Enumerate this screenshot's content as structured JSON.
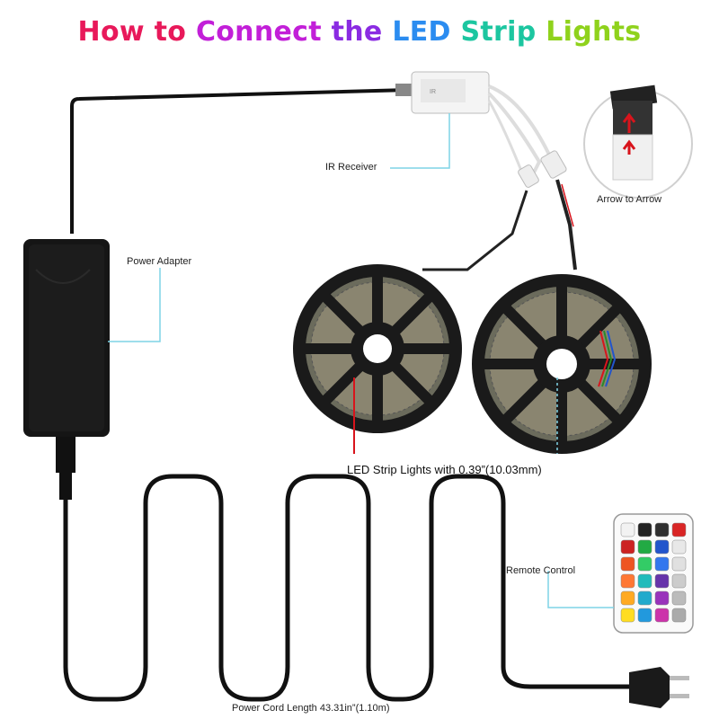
{
  "title": {
    "words": [
      {
        "text": "How",
        "color": "#e8195a"
      },
      {
        "text": "to",
        "color": "#e8195a"
      },
      {
        "text": "Connect",
        "color": "#c21fd8"
      },
      {
        "text": "the",
        "color": "#8a2be2"
      },
      {
        "text": "LED",
        "color": "#2b8cf0"
      },
      {
        "text": "Strip",
        "color": "#1cc6a0"
      },
      {
        "text": "Lights",
        "color": "#8fd21c"
      }
    ]
  },
  "labels": {
    "ir_receiver": "IR Receiver",
    "power_adapter": "Power Adapter",
    "arrow_to_arrow": "Arrow to Arrow",
    "led_strip": "LED Strip Lights with 0.39”(10.03mm)",
    "remote_control": "Remote Control",
    "power_cord": "Power Cord Length 43.31in”(1.10m)"
  },
  "colors": {
    "callout_line": "#7fd3e6",
    "marker_red": "#d8141c",
    "cable": "#111111",
    "reel": "#1a1a1a",
    "adapter": "#151515"
  },
  "remote": {
    "button_colors": [
      "#f2f2f2",
      "#222222",
      "#2f2f2f",
      "#d92525",
      "#cc2222",
      "#22aa44",
      "#2255cc",
      "#e8e8e8",
      "#ee5522",
      "#33cc66",
      "#3377ee",
      "#e0e0e0",
      "#ff7733",
      "#22bbbb",
      "#6633aa",
      "#cccccc",
      "#ffaa22",
      "#22aacc",
      "#9933bb",
      "#bbbbbb",
      "#ffdd22",
      "#2299dd",
      "#cc33aa",
      "#aaaaaa"
    ]
  }
}
